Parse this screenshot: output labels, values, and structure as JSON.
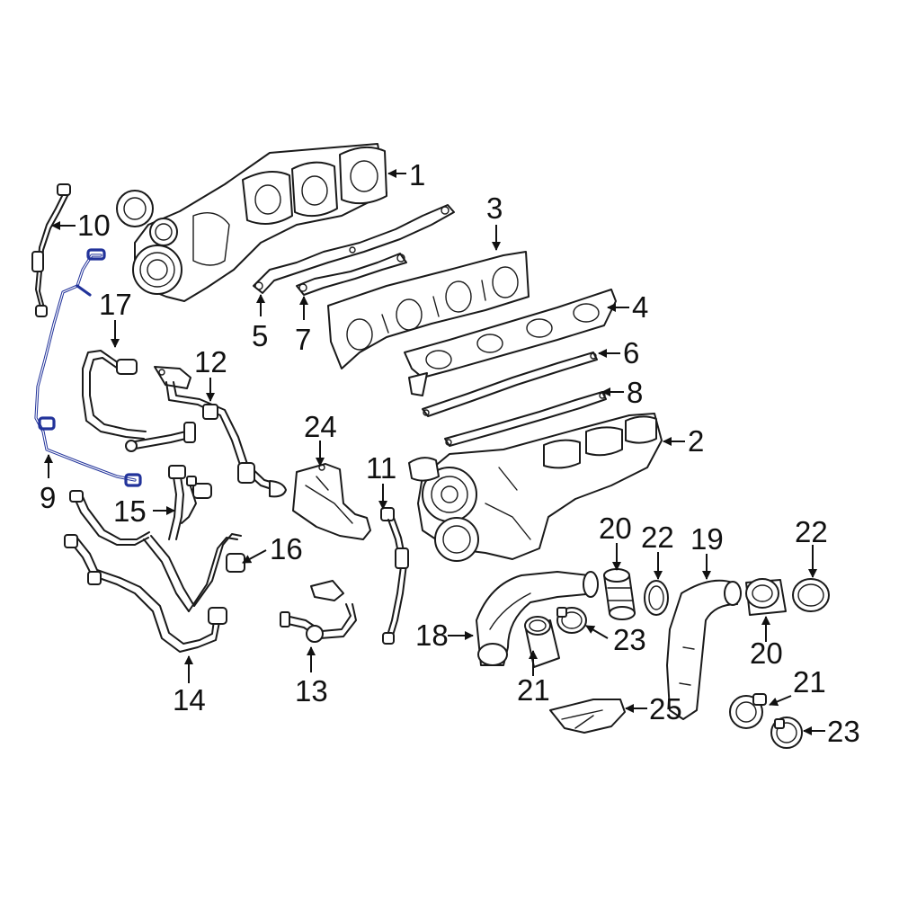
{
  "diagram": {
    "highlight_color": "#22339a",
    "highlighted_callout": "9",
    "callouts": {
      "c1": "1",
      "c2": "2",
      "c3": "3",
      "c4": "4",
      "c5": "5",
      "c6": "6",
      "c7": "7",
      "c8": "8",
      "c9": "9",
      "c10": "10",
      "c11": "11",
      "c12": "12",
      "c13": "13",
      "c14": "14",
      "c15": "15",
      "c16": "16",
      "c17": "17",
      "c18": "18",
      "c19": "19",
      "c20a": "20",
      "c20b": "20",
      "c21a": "21",
      "c21b": "21",
      "c22a": "22",
      "c22b": "22",
      "c23a": "23",
      "c23b": "23",
      "c24": "24",
      "c25": "25"
    }
  }
}
